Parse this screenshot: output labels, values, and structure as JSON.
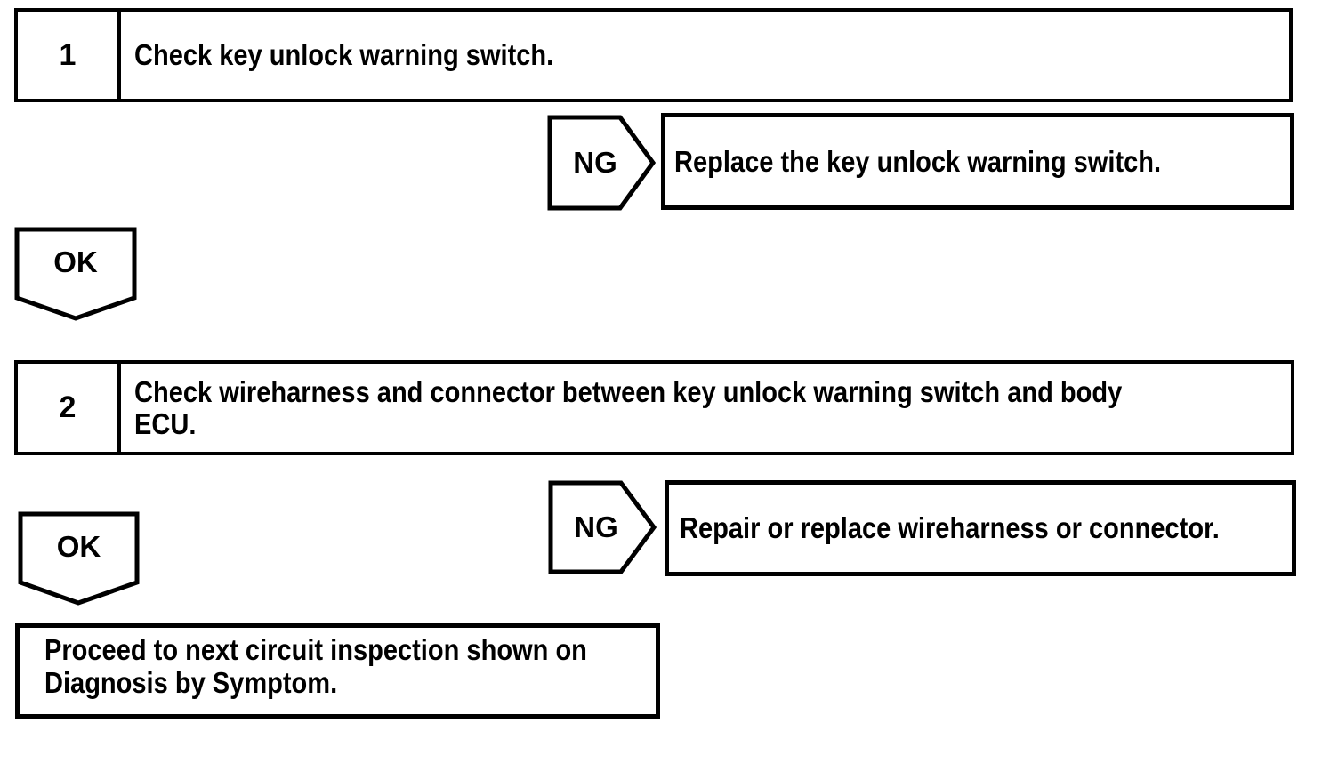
{
  "page": {
    "paper_color": "#ffffff",
    "ink_color": "#000000",
    "kind": "diagnostic troubleshooting flowchart"
  },
  "flowchart": {
    "steps": [
      {
        "number": "1",
        "instruction": "Check key unlock warning switch.",
        "instruction_lines": [
          "Check key unlock warning switch."
        ],
        "ng_label": "NG",
        "ng_action": "Replace the key unlock warning switch.",
        "ok_label": "OK"
      },
      {
        "number": "2",
        "instruction": "Check wireharness and connector between key unlock warning switch and body ECU.",
        "instruction_lines": [
          "Check wireharness and connector between key unlock warning switch and body",
          "ECU."
        ],
        "ng_label": "NG",
        "ng_action": "Repair or replace wireharness or connector.",
        "ok_label": "OK"
      }
    ],
    "final_action": {
      "text": "Proceed to next circuit inspection shown on Diagnosis by Symptom.",
      "lines": [
        "Proceed to next circuit inspection shown on",
        "Diagnosis by Symptom."
      ]
    }
  }
}
